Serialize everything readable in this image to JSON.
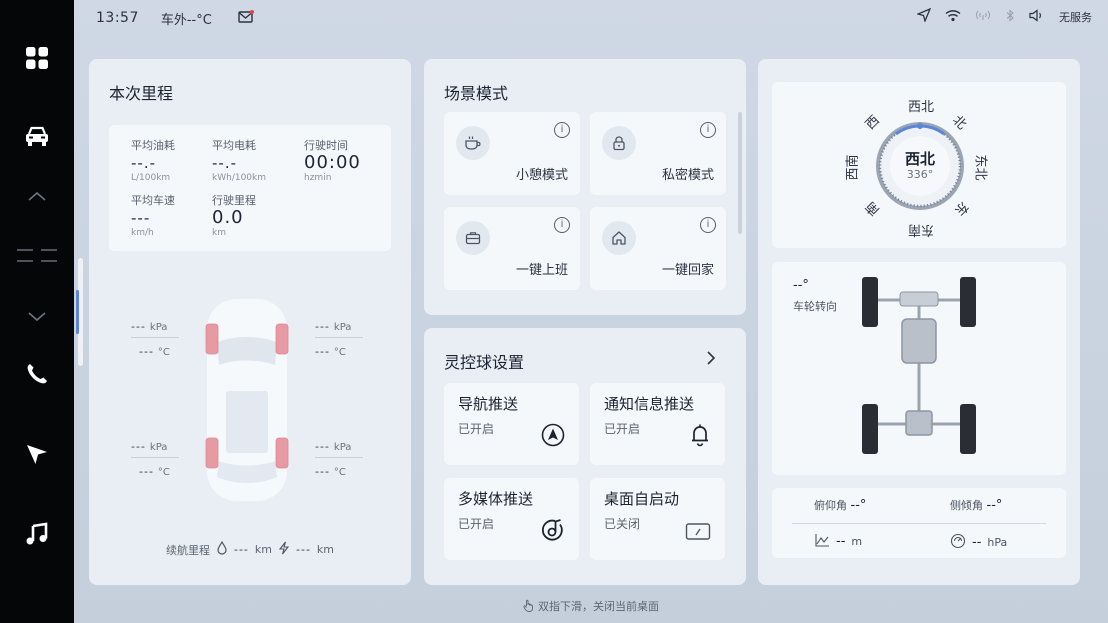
{
  "status": {
    "time": "13:57",
    "outside_temp": "车外--°C",
    "service": "无服务"
  },
  "trip": {
    "title": "本次里程",
    "stats": [
      {
        "label": "平均油耗",
        "value": "--.-",
        "unit": "L/100km"
      },
      {
        "label": "平均电耗",
        "value": "--.-",
        "unit": "kWh/100km"
      },
      {
        "label": "行驶时间",
        "value": "00:00",
        "unit": "hzmin"
      },
      {
        "label": "平均车速",
        "value": "---",
        "unit": "km/h"
      },
      {
        "label": "行驶里程",
        "value": "0.0",
        "unit": "km"
      }
    ],
    "tires": {
      "front_left": {
        "pressure": "---",
        "pressure_unit": "kPa",
        "temp": "---",
        "temp_unit": "°C"
      },
      "front_right": {
        "pressure": "---",
        "pressure_unit": "kPa",
        "temp": "---",
        "temp_unit": "°C"
      },
      "rear_left": {
        "pressure": "---",
        "pressure_unit": "kPa",
        "temp": "---",
        "temp_unit": "°C"
      },
      "rear_right": {
        "pressure": "---",
        "pressure_unit": "kPa",
        "temp": "---",
        "temp_unit": "°C"
      }
    },
    "range_label": "续航里程",
    "fuel_range": "---",
    "electric_range": "---",
    "range_unit": "km"
  },
  "scenes": {
    "title": "场景模式",
    "items": [
      {
        "label": "小憩模式",
        "icon": "coffee-cup-icon"
      },
      {
        "label": "私密模式",
        "icon": "lock-icon"
      },
      {
        "label": "一键上班",
        "icon": "briefcase-icon"
      },
      {
        "label": "一键回家",
        "icon": "home-icon"
      }
    ]
  },
  "ball": {
    "title": "灵控球设置",
    "items": [
      {
        "label": "导航推送",
        "status": "已开启",
        "icon": "navigation-arrow-icon"
      },
      {
        "label": "通知信息推送",
        "status": "已开启",
        "icon": "bell-icon"
      },
      {
        "label": "多媒体推送",
        "status": "已开启",
        "icon": "music-disc-icon"
      },
      {
        "label": "桌面自启动",
        "status": "已关闭",
        "icon": "desktop-icon"
      }
    ]
  },
  "compass": {
    "heading": "西北",
    "degree": "336°",
    "labels": {
      "n": "北",
      "ne": "东北",
      "e": "东",
      "se": "东南",
      "s": "南",
      "sw": "西南",
      "w": "西",
      "nw": "西北"
    }
  },
  "steering": {
    "value": "--°",
    "label": "车轮转向"
  },
  "attitude": {
    "pitch_label": "俯仰角",
    "pitch_value": "--°",
    "roll_label": "侧倾角",
    "roll_value": "--°",
    "altitude_value": "--",
    "altitude_unit": "m",
    "pressure_value": "--",
    "pressure_unit": "hPa"
  },
  "hint": "双指下滑，关闭当前桌面",
  "colors": {
    "accent": "#5c86d6",
    "tire": "#e89aa3",
    "rail": "#050608"
  }
}
